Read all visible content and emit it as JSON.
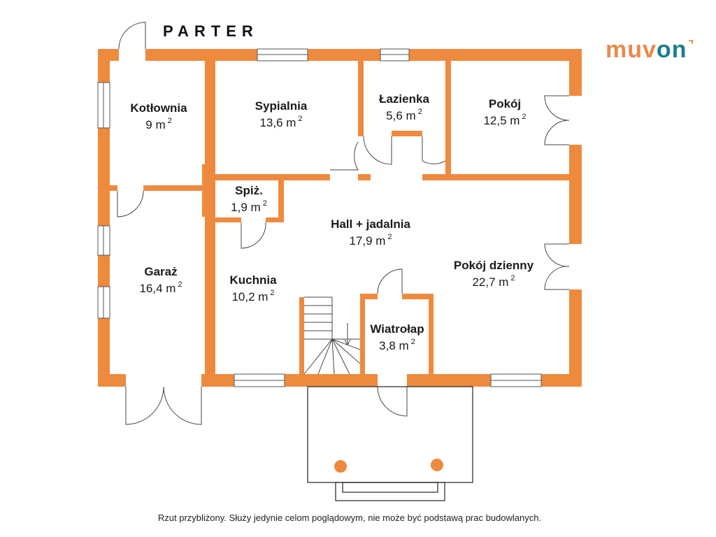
{
  "title": "PARTER",
  "logo": {
    "part1": "muv",
    "part2": "on"
  },
  "colors": {
    "wall": "#ee8a3e",
    "accent2": "#1a7f86"
  },
  "rooms": [
    {
      "name": "Kotłownia",
      "area": "9 m",
      "unit_sup": "2"
    },
    {
      "name": "Sypialnia",
      "area": "13,6 m",
      "unit_sup": "2"
    },
    {
      "name": "Łazienka",
      "area": "5,6 m",
      "unit_sup": "2"
    },
    {
      "name": "Pokój",
      "area": "12,5 m",
      "unit_sup": "2"
    },
    {
      "name": "Spiż.",
      "area": "1,9 m",
      "unit_sup": "2"
    },
    {
      "name": "Hall + jadalnia",
      "area": "17,9 m",
      "unit_sup": "2"
    },
    {
      "name": "Garaż",
      "area": "16,4 m",
      "unit_sup": "2"
    },
    {
      "name": "Kuchnia",
      "area": "10,2 m",
      "unit_sup": "2"
    },
    {
      "name": "Pokój dzienny",
      "area": "22,7 m",
      "unit_sup": "2"
    },
    {
      "name": "Wiatrołap",
      "area": "3,8 m",
      "unit_sup": "2"
    }
  ],
  "footer": "Rzut przybliżony. Służy jedynie celom poglądowym, nie może być podstawą prac budowlanych."
}
